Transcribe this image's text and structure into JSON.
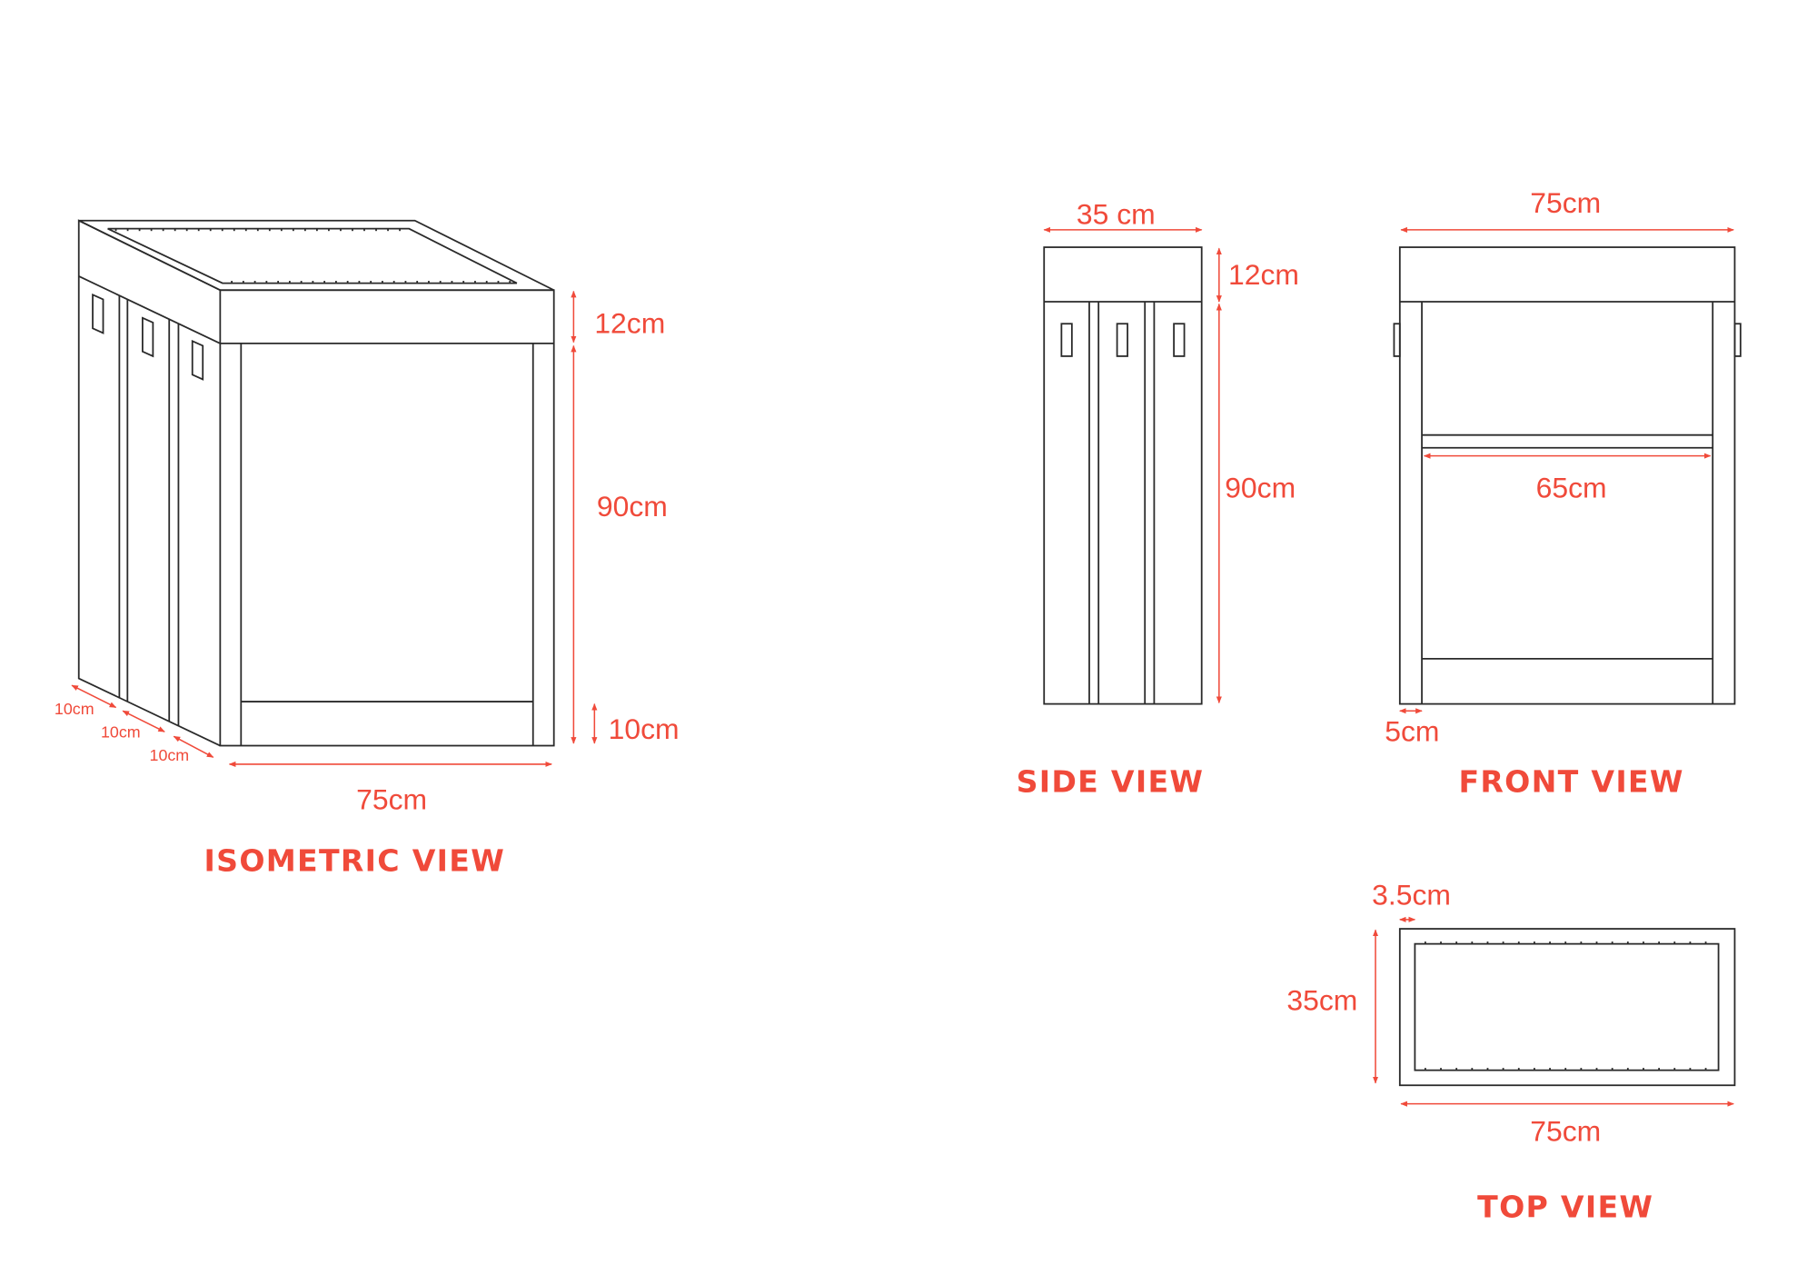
{
  "isometric": {
    "title": "ISOMETRIC VIEW",
    "top_height": "12cm",
    "body_height": "90cm",
    "base_height": "10cm",
    "width": "75cm",
    "side_sections": [
      "10cm",
      "10cm",
      "10cm"
    ]
  },
  "side": {
    "title": "SIDE VIEW",
    "depth": "35 cm",
    "top_height": "12cm",
    "body_height": "90cm"
  },
  "front": {
    "title": "FRONT VIEW",
    "width": "75cm",
    "inner_width": "65cm",
    "post_width": "5cm"
  },
  "top": {
    "title": "TOP VIEW",
    "rim": "3.5cm",
    "depth": "35cm",
    "width": "75cm"
  },
  "colors": {
    "accent": "#f04a3a",
    "line": "#2a2a2a"
  }
}
